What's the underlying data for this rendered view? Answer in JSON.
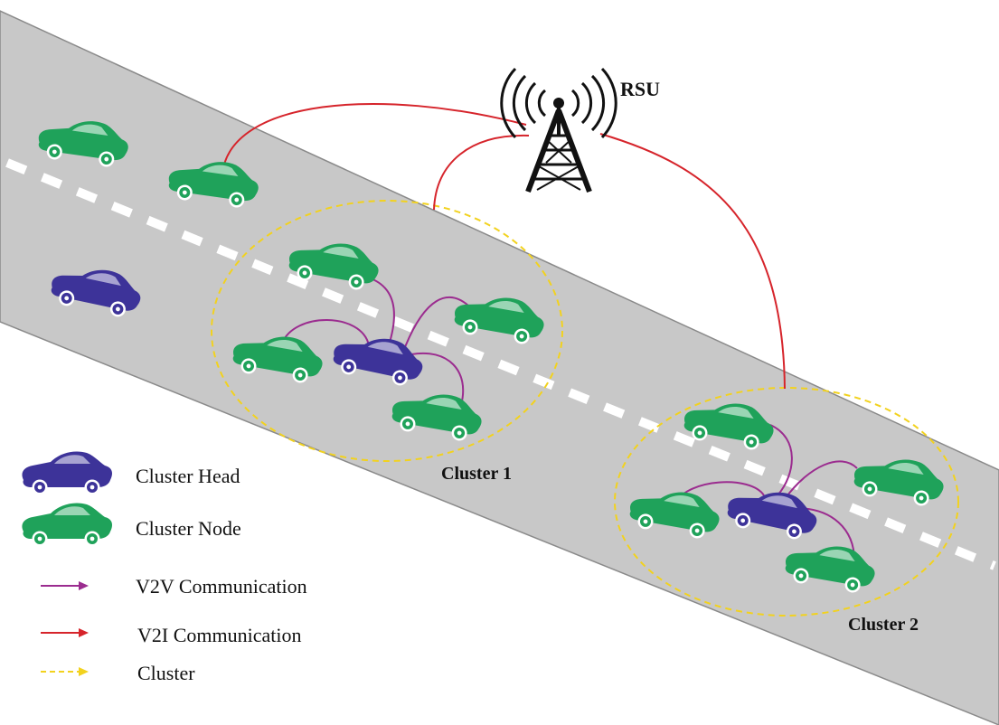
{
  "labels": {
    "rsu": "RSU",
    "cluster1": "Cluster 1",
    "cluster2": "Cluster 2"
  },
  "legend": {
    "cluster_head": "Cluster Head",
    "cluster_node": "Cluster Node",
    "v2v": "V2V Communication",
    "v2i": "V2I Communication",
    "cluster": "Cluster"
  },
  "colors": {
    "road": "#c8c8c8",
    "lane_marking": "#ffffff",
    "cluster_head": "#3d3399",
    "cluster_node": "#1fa25a",
    "v2v_link": "#9b2c8f",
    "v2i_link": "#d6242b",
    "cluster_boundary": "#f2d21e",
    "tower": "#111111"
  },
  "icons": {
    "rsu": "radio-tower-icon",
    "vehicle": "car-icon"
  }
}
